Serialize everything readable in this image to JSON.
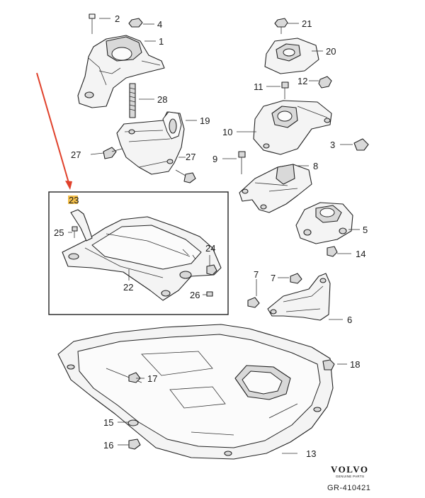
{
  "callouts": {
    "p1": "1",
    "p2": "2",
    "p3": "3",
    "p4": "4",
    "p5": "5",
    "p6": "6",
    "p7": "7",
    "p8": "8",
    "p9": "9",
    "p10": "10",
    "p11": "11",
    "p12": "12",
    "p13": "13",
    "p14": "14",
    "p15": "15",
    "p16": "16",
    "p17": "17",
    "p18": "18",
    "p19": "19",
    "p20": "20",
    "p21": "21",
    "p22": "22",
    "p23": "23",
    "p24": "24",
    "p25": "25",
    "p26": "26",
    "p27a": "27",
    "p27b": "27",
    "p28": "28"
  },
  "brand": {
    "name": "VOLVO",
    "tagline": "GENUINE PARTS",
    "ref": "GR-410421"
  },
  "colors": {
    "highlight": "#f5c04a",
    "arrow": "#e0412b",
    "line": "#222222"
  }
}
